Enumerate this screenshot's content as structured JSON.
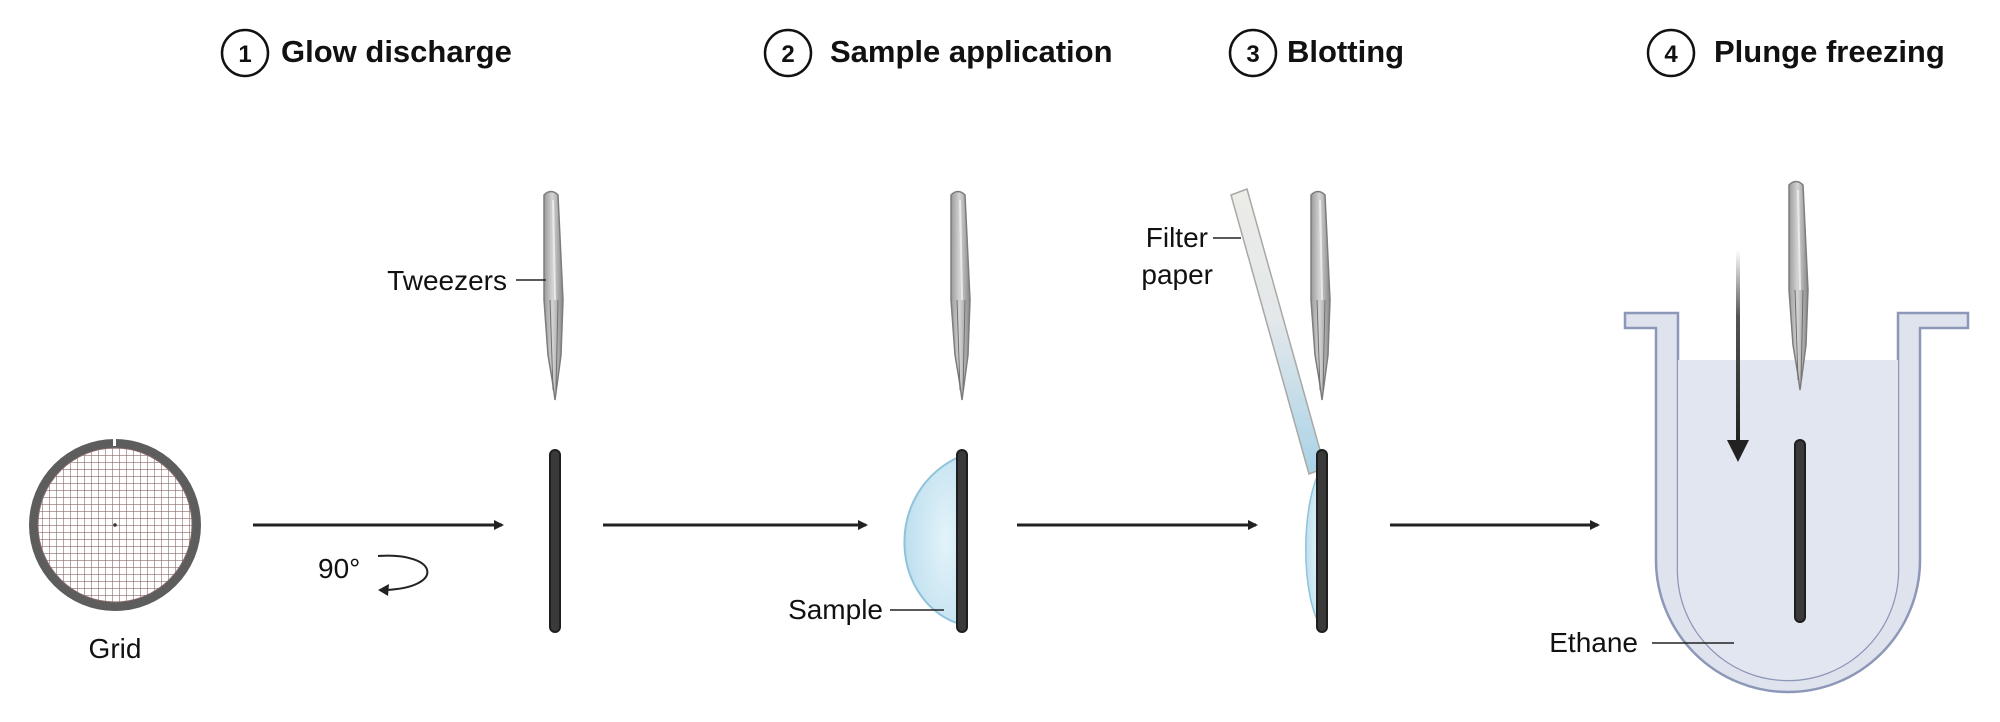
{
  "steps": [
    {
      "number": "1",
      "title": "Glow discharge"
    },
    {
      "number": "2",
      "title": "Sample application"
    },
    {
      "number": "3",
      "title": "Blotting"
    },
    {
      "number": "4",
      "title": "Plunge freezing"
    }
  ],
  "labels": {
    "grid": "Grid",
    "rotation": "90°",
    "tweezers": "Tweezers",
    "sample": "Sample",
    "filter_line1": "Filter",
    "filter_line2": "paper",
    "ethane": "Ethane"
  },
  "colors": {
    "tweezer_light": "#c9c9c9",
    "tweezer_dark": "#8a8a8a",
    "grid_rim": "#5d5d5d",
    "grid_mesh": "#8a6a6a",
    "sample_fill": "#c6e3f0",
    "sample_stroke": "#8ec3db",
    "filter_paper": "#e9e9e6",
    "filter_wet": "#b9dbeb",
    "container_fill": "#dfe3ee",
    "container_stroke": "#8d97b8",
    "ethane_fill": "#e2e6f0",
    "arrow": "#222222"
  }
}
